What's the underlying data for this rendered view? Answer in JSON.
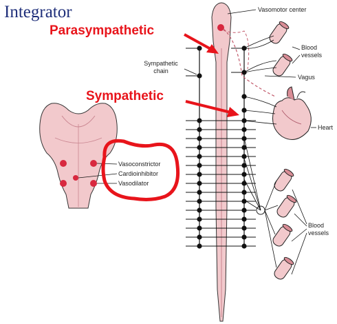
{
  "title": "Integrator",
  "annotations": {
    "parasympathetic": "Parasympathetic",
    "sympathetic": "Sympathetic"
  },
  "labels": {
    "vasomotor_center": "Vasomotor center",
    "sympathetic_chain": "Sympathetic chain",
    "blood_vessels_top": "Blood vessels",
    "vagus": "Vagus",
    "heart": "Heart",
    "blood_vessels_bottom": "Blood vessels",
    "vasoconstrictor": "Vasoconstrictor",
    "cardioinhibitor": "Cardioinhibitor",
    "vasodilator": "Vasodilator"
  },
  "colors": {
    "tissue": "#f2c9cc",
    "tissue_dark": "#d98d96",
    "nucleus": "#d8283f",
    "annotation_red": "#e8141b",
    "line": "#111111",
    "title_blue": "#1f2f7a"
  }
}
